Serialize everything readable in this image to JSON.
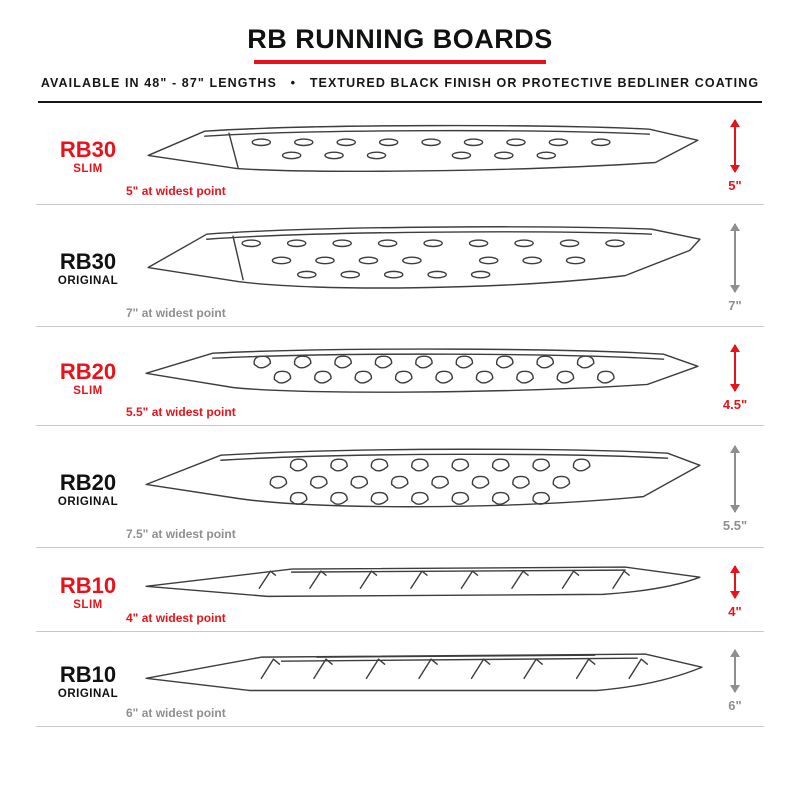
{
  "title": "RB RUNNING BOARDS",
  "subtitle": "AVAILABLE IN 48\" - 87\" LENGTHS   •   TEXTURED BLACK FINISH OR PROTECTIVE BEDLINER COATING",
  "colors": {
    "red": "#e8131a",
    "gray": "#8f8f8f",
    "drawing_line": "#3d3d3d",
    "black": "#161616"
  },
  "boards": [
    {
      "model": "RB30",
      "variant": "SLIM",
      "style": "slim",
      "width_note": "5\" at widest point",
      "height_dim": "5\""
    },
    {
      "model": "RB30",
      "variant": "ORIGINAL",
      "style": "original",
      "width_note": "7\" at widest point",
      "height_dim": "7\""
    },
    {
      "model": "RB20",
      "variant": "SLIM",
      "style": "slim",
      "width_note": "5.5\" at widest point",
      "height_dim": "4.5\""
    },
    {
      "model": "RB20",
      "variant": "ORIGINAL",
      "style": "original",
      "width_note": "7.5\" at widest point",
      "height_dim": "5.5\""
    },
    {
      "model": "RB10",
      "variant": "SLIM",
      "style": "slim",
      "width_note": "4\" at widest point",
      "height_dim": "4\""
    },
    {
      "model": "RB10",
      "variant": "ORIGINAL",
      "style": "original",
      "width_note": "6\" at widest point",
      "height_dim": "6\""
    }
  ]
}
